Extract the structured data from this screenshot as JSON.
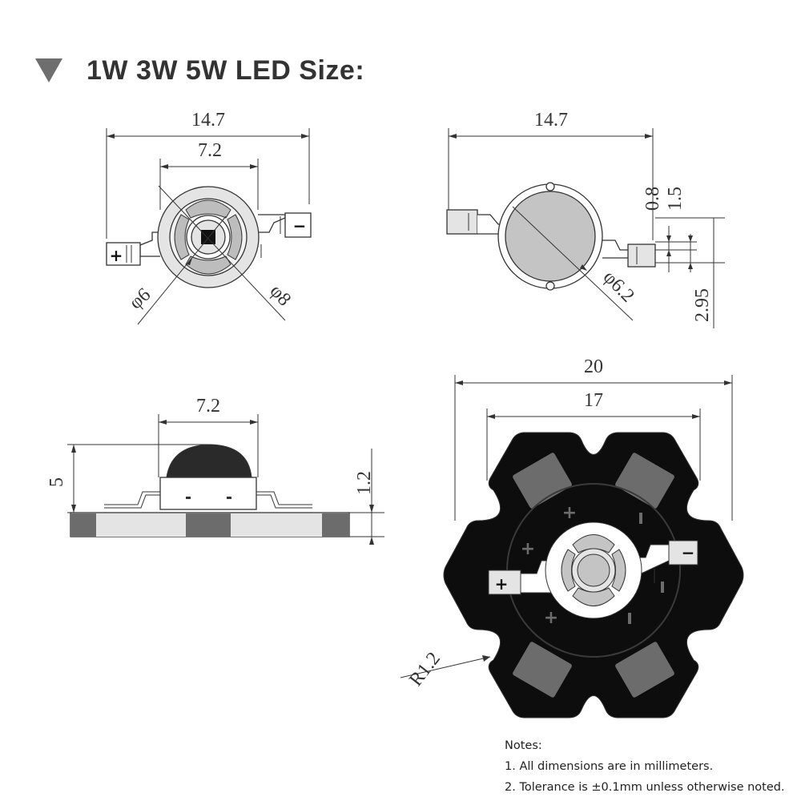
{
  "header": {
    "title": "1W 3W 5W LED Size:",
    "marker_icon": "triangle-down-icon"
  },
  "colors": {
    "board": "#0d0d0d",
    "pad": "#6c6c6c",
    "lens": "#c4c4c4",
    "body": "#e4e4e4",
    "line": "#333333",
    "marker": "#6e6e6e"
  },
  "top_view": {
    "width": "14.7",
    "inner_width": "7.2",
    "inner_diameter": "φ6",
    "outer_diameter": "φ8",
    "plus": "+",
    "minus": "−"
  },
  "bottom_view": {
    "width": "14.7",
    "lens_diameter": "φ6.2",
    "dim_a": "0.8",
    "dim_b": "1.5",
    "dim_c": "2.95"
  },
  "side_view": {
    "width": "7.2",
    "height": "5",
    "thickness": "1.2"
  },
  "star_board": {
    "outer_width": "20",
    "inner_width": "17",
    "corner_radius": "R1.2",
    "plus": "+",
    "minus": "−"
  },
  "notes": {
    "heading": "Notes:",
    "items": [
      "1. All dimensions are in millimeters.",
      "2. Tolerance is ±0.1mm unless otherwise noted."
    ]
  }
}
